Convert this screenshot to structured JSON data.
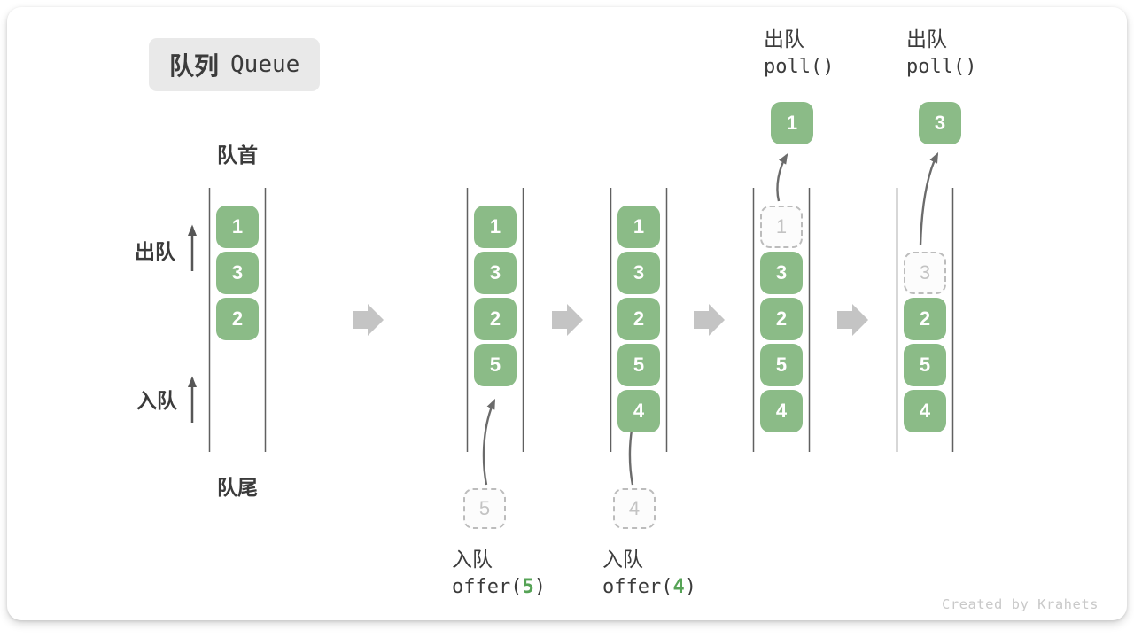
{
  "title": {
    "zh": "队列",
    "en": "Queue"
  },
  "side_labels": {
    "front": "队首",
    "rear": "队尾",
    "dequeue": "出队",
    "enqueue": "入队"
  },
  "watermark": "Created by Krahets",
  "colors": {
    "box_green": "#8bbb87",
    "code_num_green": "#56a356",
    "block_arrow_gray": "#c4c4c4",
    "badge_bg": "#e9e9e9",
    "text_dark": "#3b3b3b",
    "dashed_text": "#c3c3c3"
  },
  "queues": [
    {
      "slots": [
        {
          "type": "green",
          "value": "1"
        },
        {
          "type": "green",
          "value": "3"
        },
        {
          "type": "green",
          "value": "2"
        }
      ]
    },
    {
      "slots": [
        {
          "type": "green",
          "value": "1"
        },
        {
          "type": "green",
          "value": "3"
        },
        {
          "type": "green",
          "value": "2"
        },
        {
          "type": "green",
          "value": "5"
        }
      ],
      "incoming": "5",
      "caption": {
        "label": "入队",
        "code_pre": "offer(",
        "num": "5",
        "code_post": ")"
      }
    },
    {
      "slots": [
        {
          "type": "green",
          "value": "1"
        },
        {
          "type": "green",
          "value": "3"
        },
        {
          "type": "green",
          "value": "2"
        },
        {
          "type": "green",
          "value": "5"
        },
        {
          "type": "green",
          "value": "4"
        }
      ],
      "incoming": "4",
      "caption": {
        "label": "入队",
        "code_pre": "offer(",
        "num": "4",
        "code_post": ")"
      }
    },
    {
      "slots": [
        {
          "type": "dashed",
          "value": "1"
        },
        {
          "type": "green",
          "value": "3"
        },
        {
          "type": "green",
          "value": "2"
        },
        {
          "type": "green",
          "value": "5"
        },
        {
          "type": "green",
          "value": "4"
        }
      ],
      "outgoing": "1",
      "op": {
        "label": "出队",
        "code": "poll()"
      }
    },
    {
      "slots": [
        {
          "type": "empty"
        },
        {
          "type": "dashed",
          "value": "3"
        },
        {
          "type": "green",
          "value": "2"
        },
        {
          "type": "green",
          "value": "5"
        },
        {
          "type": "green",
          "value": "4"
        }
      ],
      "outgoing": "3",
      "op": {
        "label": "出队",
        "code": "poll()"
      }
    }
  ]
}
